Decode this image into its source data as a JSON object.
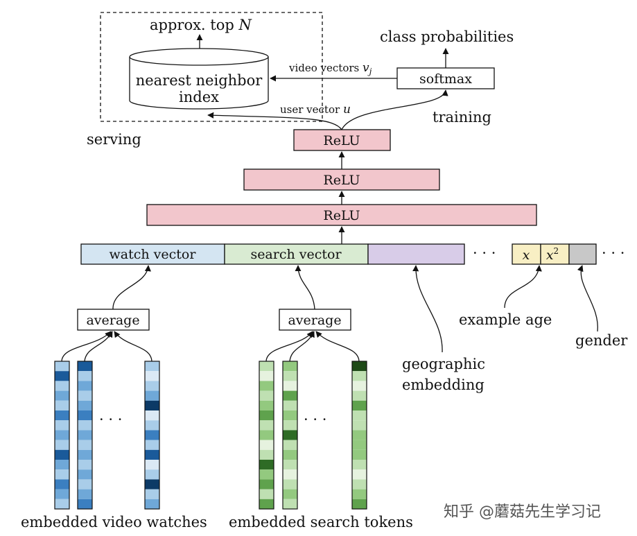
{
  "serving": {
    "output_label": "approx. top",
    "output_var": "N",
    "index_line1": "nearest neighbor",
    "index_line2": "index",
    "section_label": "serving"
  },
  "training": {
    "output_label": "class probabilities",
    "softmax_label": "softmax",
    "section_label": "training"
  },
  "edges": {
    "video_vectors_text": "video vectors",
    "video_vectors_var": "v",
    "video_vectors_sub": "j",
    "user_vector_text": "user vector",
    "user_vector_var": "u"
  },
  "relu_layers": [
    "ReLU",
    "ReLU",
    "ReLU"
  ],
  "input_vector": {
    "watch_label": "watch vector",
    "search_label": "search vector",
    "ellipsis": "· · ·",
    "x_label": "x",
    "x2_label": "x",
    "x2_exp": "2",
    "trailing_ellipsis": "· · ·"
  },
  "feature_labels": {
    "example_age": "example age",
    "gender": "gender",
    "geographic_line1": "geographic",
    "geographic_line2": "embedding"
  },
  "aggregation": {
    "watch_avg": "average",
    "search_avg": "average",
    "watch_dots": "· · ·",
    "search_dots": "· · ·",
    "watch_caption": "embedded video watches",
    "search_caption": "embedded search tokens"
  },
  "colors": {
    "relu_fill": "#f2c6cc",
    "watch_fill": "#d4e5f2",
    "search_fill": "#d9ebd2",
    "geo_fill": "#d8cce8",
    "age_fill": "#f8efc4",
    "gender_fill": "#c8c8c8"
  },
  "watermark": "知乎 @蘑菇先生学习记"
}
